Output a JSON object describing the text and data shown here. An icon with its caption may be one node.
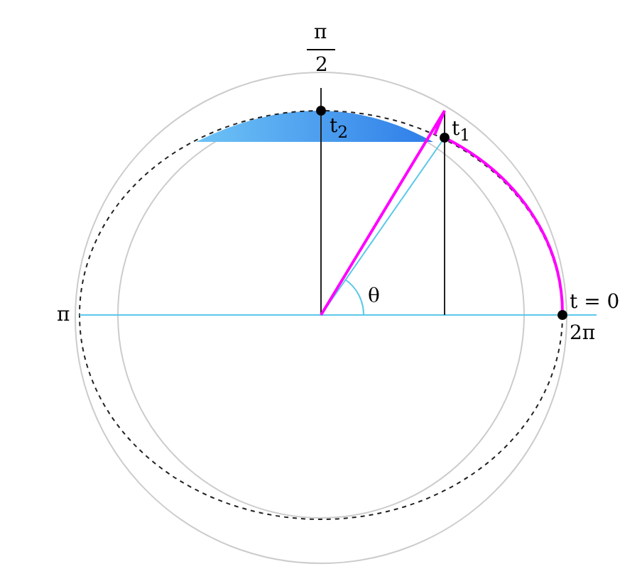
{
  "diagram": {
    "labels": [
      "π",
      "2",
      "t$_{2}$",
      "t$_{1}$",
      "θ",
      "t = 0",
      "π",
      "2π"
    ]
  }
}
